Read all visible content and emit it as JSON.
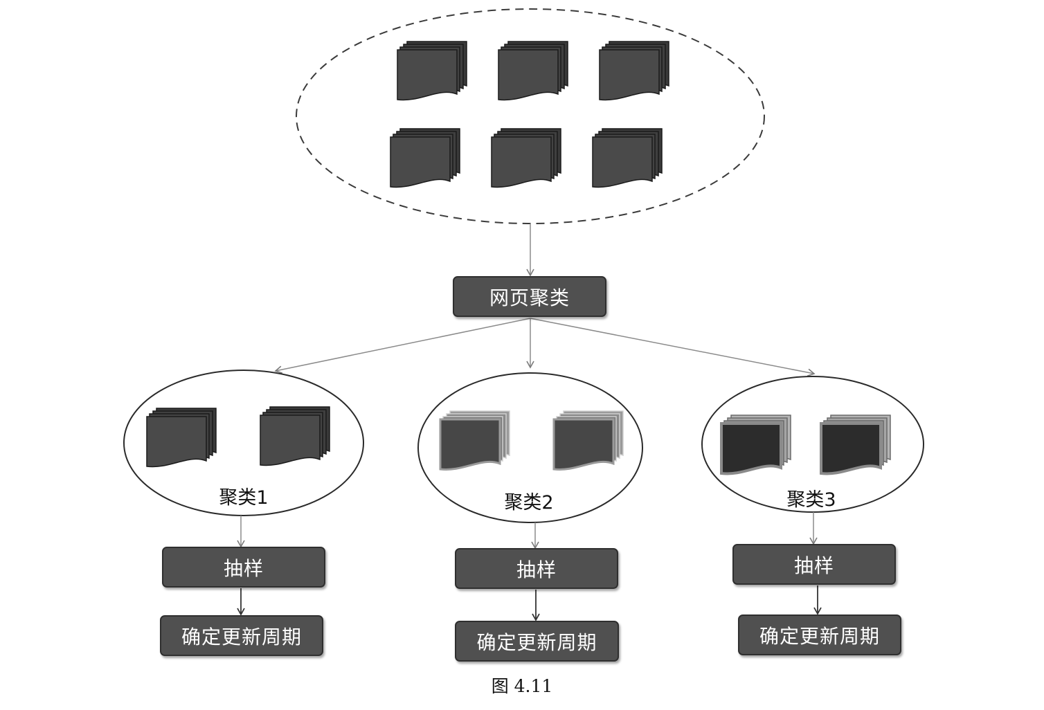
{
  "colors": {
    "box_fill": "#505050",
    "doc_dark": "#4a4a4a",
    "doc_light_border": "#b8b8b8",
    "line": "#8a8a8a"
  },
  "top_node": {
    "label": "网页聚类"
  },
  "clusters": [
    {
      "label": "聚类1",
      "sample_label": "抽样",
      "period_label": "确定更新周期"
    },
    {
      "label": "聚类2",
      "sample_label": "抽样",
      "period_label": "确定更新周期"
    },
    {
      "label": "聚类3",
      "sample_label": "抽样",
      "period_label": "确定更新周期"
    }
  ],
  "caption": "图 4.11"
}
